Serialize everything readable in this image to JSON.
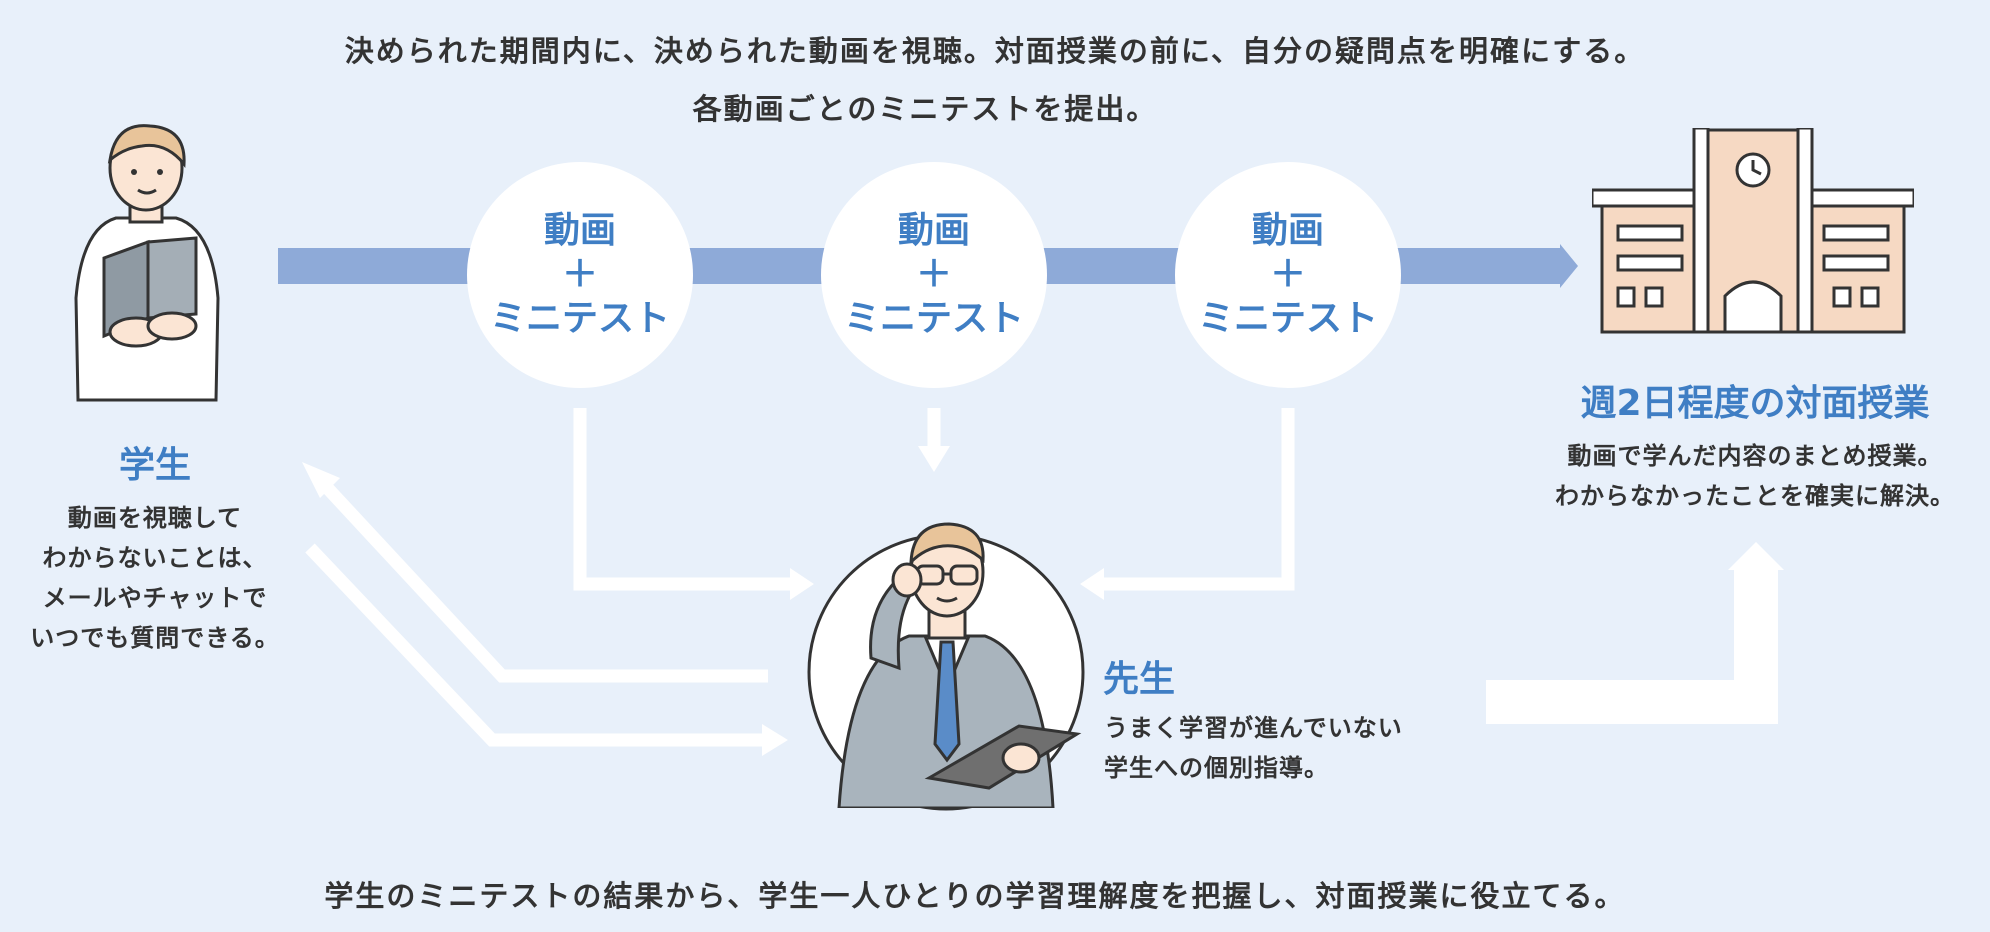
{
  "header": {
    "line1": "決められた期間内に、決められた動画を視聴。対面授業の前に、自分の疑問点を明確にする。",
    "line2": "各動画ごとのミニテストを提出。"
  },
  "steps": [
    {
      "top": "動画",
      "plus": "＋",
      "bottom": "ミニテスト"
    },
    {
      "top": "動画",
      "plus": "＋",
      "bottom": "ミニテスト"
    },
    {
      "top": "動画",
      "plus": "＋",
      "bottom": "ミニテスト"
    }
  ],
  "student": {
    "title": "学生",
    "desc": [
      "動画を視聴して",
      "わからないことは、",
      "メールやチャットで",
      "いつでも質問できる。"
    ]
  },
  "teacher": {
    "title": "先生",
    "desc": [
      "うまく学習が進んでいない",
      "学生への個別指導。"
    ]
  },
  "school": {
    "title": "週2日程度の対面授業",
    "desc": [
      "動画で学んだ内容のまとめ授業。",
      "わからなかったことを確実に解決。"
    ]
  },
  "footer": {
    "text": "学生のミニテストの結果から、学生一人ひとりの学習理解度を把握し、対面授業に役立てる。"
  },
  "colors": {
    "background": "#e8f0fa",
    "accent_blue": "#3f7ec4",
    "timeline_bar": "#8eaad8",
    "school_fill": "#f6d9c3"
  }
}
